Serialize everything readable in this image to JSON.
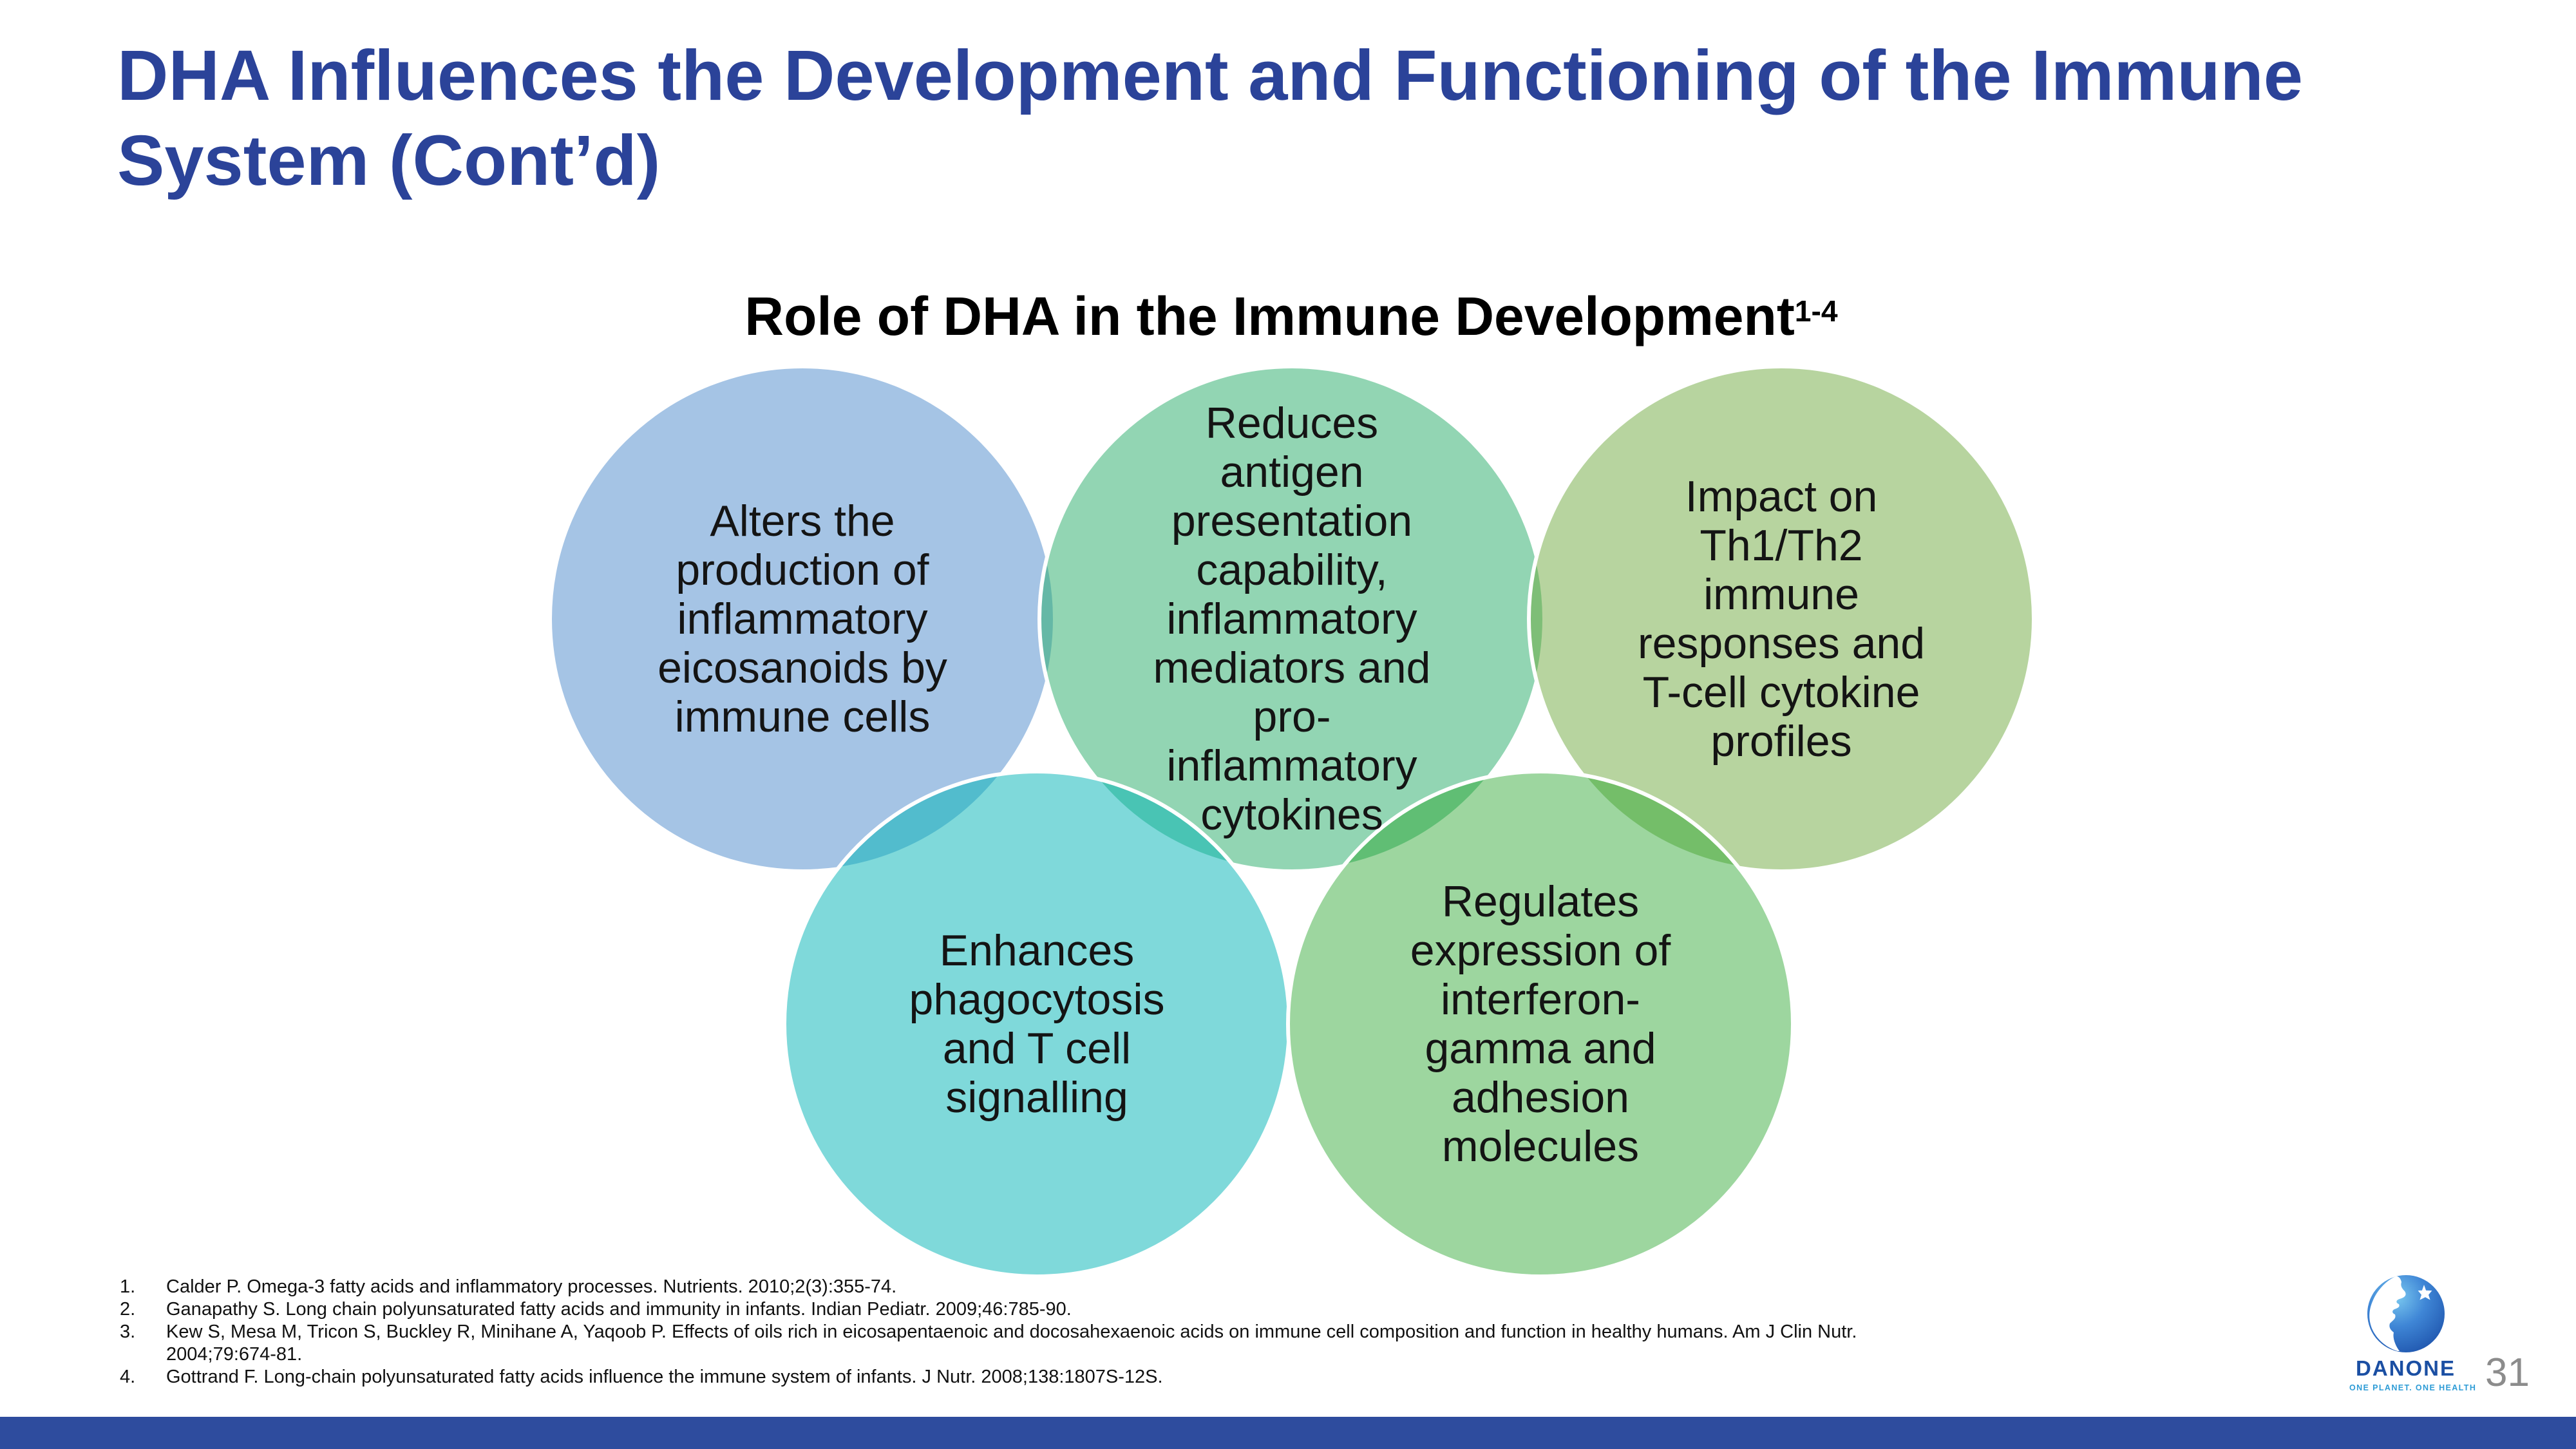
{
  "slide": {
    "title": "DHA Influences the Development and Functioning of the Immune System (Cont’d)",
    "title_color": "#2B4399",
    "background_color": "#FFFFFF",
    "page_number": "31"
  },
  "diagram": {
    "heading": {
      "text": "Role of DHA in the Immune Development",
      "superscript": "1-4"
    },
    "circles": [
      {
        "label": "Alters the production of inflammatory eicosanoids by immune cells",
        "color": "#A9C6E6"
      },
      {
        "label": "Reduces antigen presentation capability, inflammatory mediators and pro-inflammatory cytokines",
        "color": "#92D5B3"
      },
      {
        "label": "Impact on Th1/Th2 immune responses and T-cell cytokine profiles",
        "color": "#B4D29B"
      },
      {
        "label": "Enhances phagocytosis and T cell signalling",
        "color": "#7FD8D9"
      },
      {
        "label": "Regulates expression of interferon-gamma and adhesion molecules",
        "color": "#90D092"
      }
    ]
  },
  "references": {
    "items": [
      {
        "number": "1.",
        "text": "Calder P. Omega-3 fatty acids and inflammatory processes. Nutrients. 2010;2(3):355-74."
      },
      {
        "number": "2.",
        "text": "Ganapathy S. Long chain polyunsaturated fatty acids and immunity in infants. Indian Pediatr. 2009;46:785-90."
      },
      {
        "number": "3.",
        "text": "Kew S, Mesa M, Tricon S, Buckley R, Minihane A, Yaqoob P. Effects of oils rich in eicosapentaenoic and docosahexaenoic acids on immune cell composition and function in healthy humans. Am J Clin Nutr. 2004;79:674-81."
      },
      {
        "number": "4.",
        "text": "Gottrand F. Long-chain polyunsaturated fatty acids influence the immune system of infants. J Nutr. 2008;138:1807S-12S."
      }
    ]
  },
  "logo": {
    "brand": "DANONE",
    "tagline": "ONE PLANET. ONE HEALTH"
  },
  "footer": {
    "bar_color": "#2E4C9E"
  }
}
